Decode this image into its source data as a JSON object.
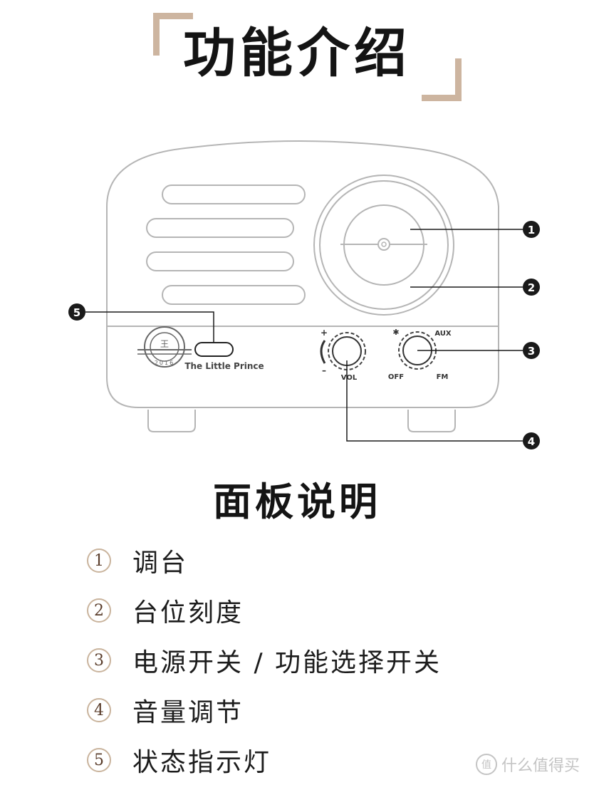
{
  "header": {
    "title": "功能介绍"
  },
  "diagram": {
    "brand_label": "The Little Prince",
    "logo_year": "2016",
    "logo_glyph": "王",
    "knob_vol": {
      "plus": "+",
      "minus": "–",
      "label": "VOL"
    },
    "knob_mode": {
      "bluetooth": "✱",
      "aux": "AUX",
      "off": "OFF",
      "fm": "FM"
    },
    "callouts": [
      "1",
      "2",
      "3",
      "4",
      "5"
    ]
  },
  "panel": {
    "title": "面板说明",
    "items": [
      {
        "num": "1",
        "text": "调台"
      },
      {
        "num": "2",
        "text": "台位刻度"
      },
      {
        "num": "3",
        "text": "电源开关 / 功能选择开关"
      },
      {
        "num": "4",
        "text": "音量调节"
      },
      {
        "num": "5",
        "text": "状态指示灯"
      }
    ]
  },
  "watermark": {
    "icon": "值",
    "text": "什么值得买"
  },
  "colors": {
    "accent": "#cdb5a0",
    "line": "#b5b5b5",
    "callout": "#1a1a1a"
  }
}
